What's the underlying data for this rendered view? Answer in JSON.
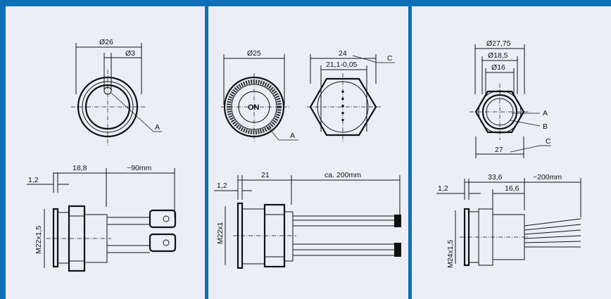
{
  "panels": [
    {
      "top": {
        "dia": "Ø26",
        "hole": "Ø3",
        "callout": "A"
      },
      "side": {
        "flange": "1,2",
        "body": "18,8",
        "cable": "~90mm",
        "thread": "M22x1,5"
      }
    },
    {
      "top": {
        "dia": "Ø25",
        "marking": "ON",
        "callout": "A"
      },
      "hex": {
        "outer": "24",
        "inner": "21,1-0,05",
        "callout": "C"
      },
      "side": {
        "flange": "1,2",
        "body": "21",
        "cable": "ca. 200mm",
        "thread": "M22x1"
      }
    },
    {
      "top": {
        "d1": "Ø27,75",
        "d2": "Ø18,5",
        "d3": "Ø16",
        "across": "27",
        "callA": "A",
        "callB": "B",
        "callC": "C"
      },
      "side": {
        "flange": "1,2",
        "body": "33,6",
        "body2": "16,6",
        "cable": "~200mm",
        "thread": "M24x1,5"
      }
    }
  ],
  "colors": {
    "frame": "#0f6fb6",
    "panel": "#eceef6",
    "ink": "#111111"
  }
}
